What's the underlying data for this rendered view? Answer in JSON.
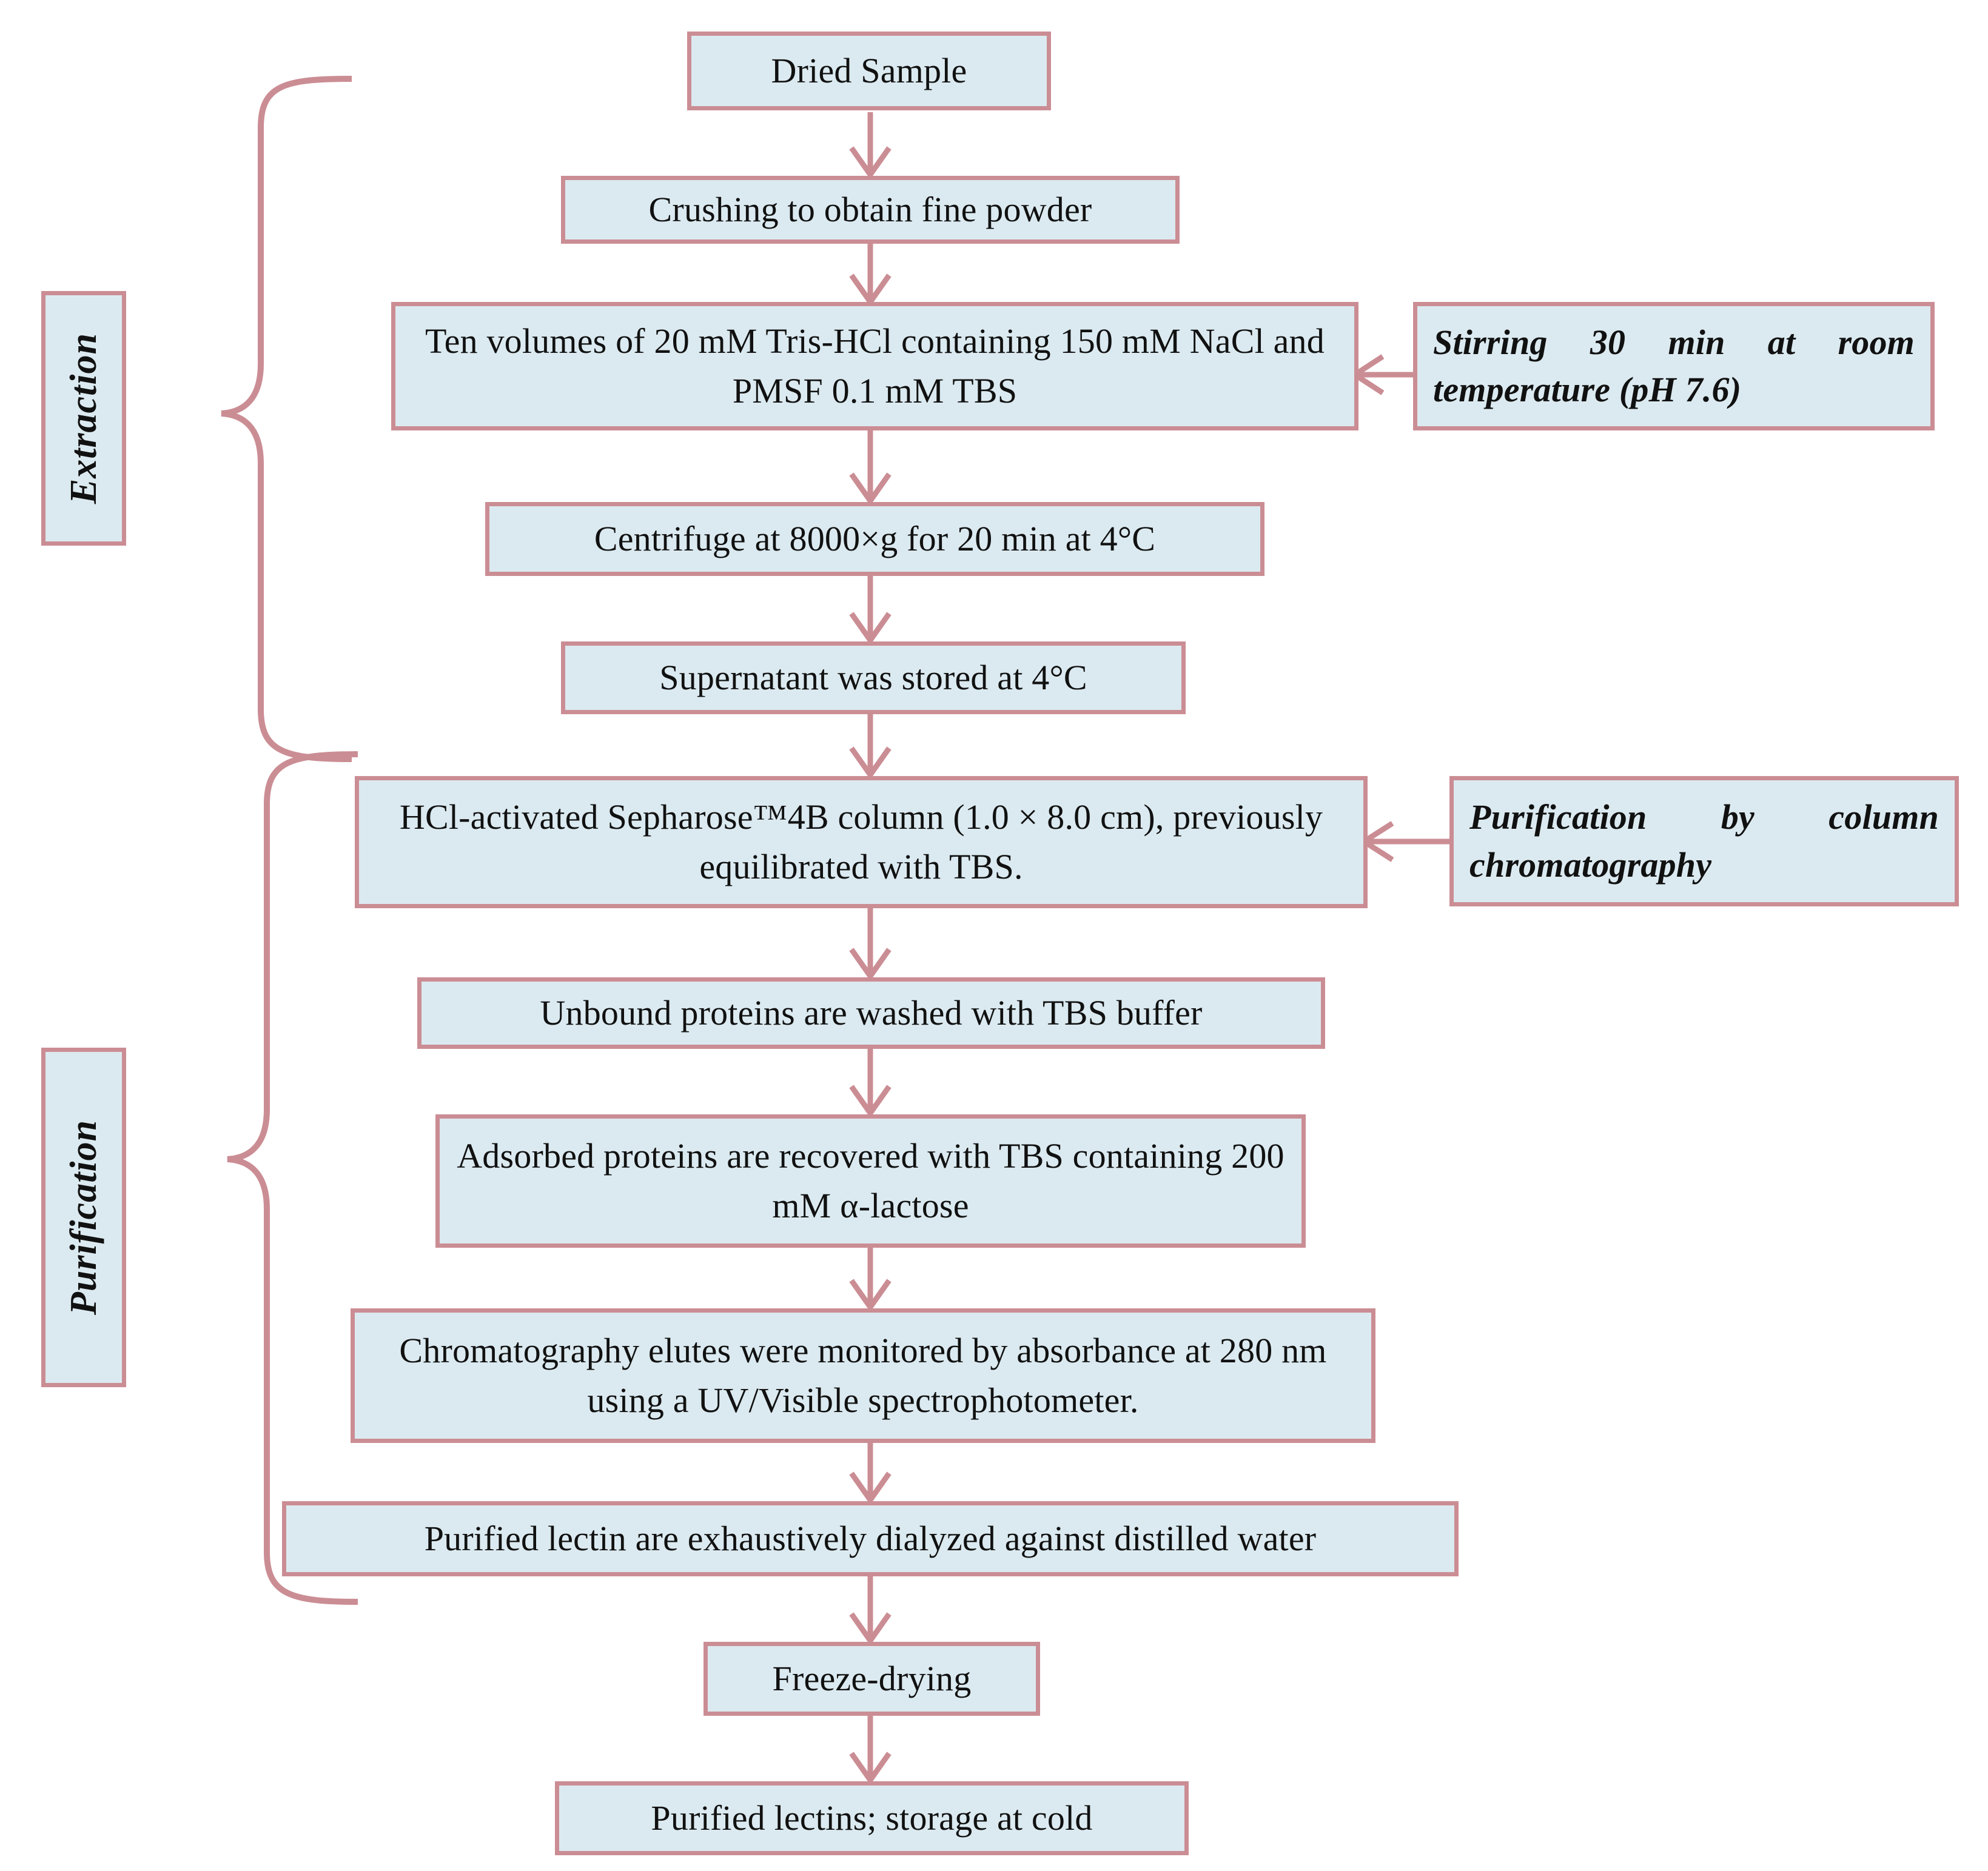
{
  "diagram": {
    "title": "Lectin extraction and purification flowchart",
    "colors": {
      "box_fill": "#dbeaf0",
      "box_border": "#cb8d94",
      "connector": "#cb8d94",
      "text": "#111111",
      "background": "#ffffff"
    }
  },
  "stages": [
    {
      "label": "Extraction"
    },
    {
      "label": "Purification"
    }
  ],
  "steps": [
    {
      "id": "dried-sample",
      "text": "Dried Sample"
    },
    {
      "id": "crushing",
      "text": "Crushing to obtain fine powder"
    },
    {
      "id": "tris-hcl",
      "text": "Ten volumes of 20 mM Tris-HCl containing 150 mM NaCl and PMSF 0.1 mM TBS"
    },
    {
      "id": "centrifuge",
      "text": "Centrifuge at 8000×g for 20 min at 4°C"
    },
    {
      "id": "supernatant",
      "text": "Supernatant was stored at 4°C"
    },
    {
      "id": "sepharose-column",
      "text": "HCl-activated Sepharose™4B column (1.0 × 8.0 cm), previously equilibrated with TBS."
    },
    {
      "id": "wash-unbound",
      "text": "Unbound proteins are washed with TBS buffer"
    },
    {
      "id": "recover-adsorbed",
      "text": "Adsorbed proteins are recovered with TBS containing 200 mM α-lactose"
    },
    {
      "id": "monitor-absorbance",
      "text": "Chromatography elutes were monitored by absorbance at 280 nm using a UV/Visible spectrophotometer."
    },
    {
      "id": "dialysis",
      "text": "Purified lectin are exhaustively dialyzed against distilled water"
    },
    {
      "id": "freeze-drying",
      "text": "Freeze-drying"
    },
    {
      "id": "final-product",
      "text": "Purified lectins; storage at cold"
    }
  ],
  "notes": [
    {
      "id": "stirring-note",
      "text": "Stirring 30 min at room temperature (pH 7.6)"
    },
    {
      "id": "purification-note",
      "text": "Purification by column chromatography"
    }
  ]
}
